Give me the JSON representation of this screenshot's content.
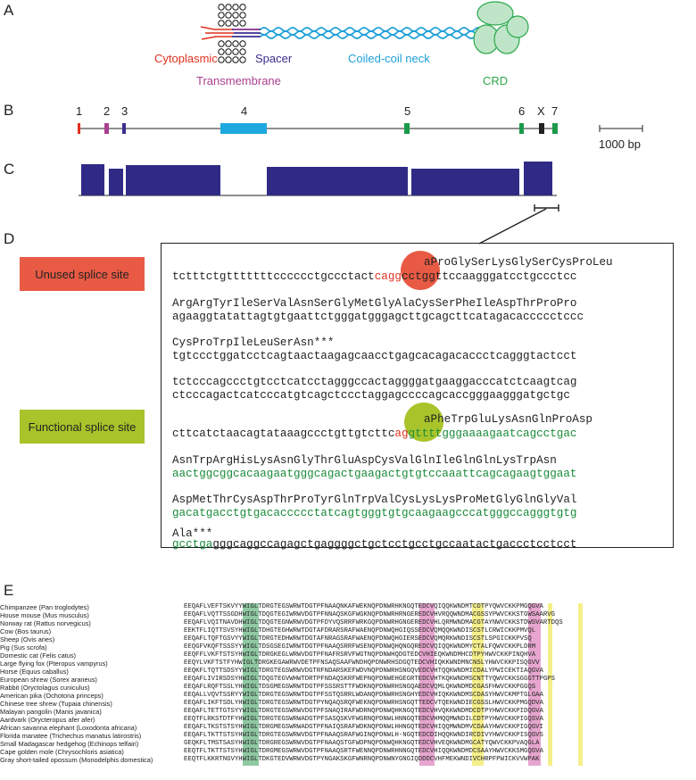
{
  "panels": {
    "a": "A",
    "b": "B",
    "c": "C",
    "d": "D",
    "e": "E"
  },
  "panel_a": {
    "labels": {
      "cytoplasmic": "Cytoplasmic",
      "spacer": "Spacer",
      "transmembrane": "Transmembrane",
      "neck": "Coiled-coil neck",
      "crd": "CRD"
    },
    "colors": {
      "cytoplasmic": "#e0301e",
      "spacer": "#3a2f8f",
      "transmembrane": "#a8408f",
      "neck": "#1fa0d8",
      "crd": "#2aa84a"
    }
  },
  "panel_b": {
    "exons": [
      "1",
      "2",
      "3",
      "4",
      "5",
      "6",
      "X",
      "7"
    ],
    "scale_label": "1000 bp"
  },
  "panel_d": {
    "unused_label": "Unused splice site",
    "functional_label": "Functional splice site",
    "colors": {
      "unused": "#e85a44",
      "functional": "#a8c42a",
      "green_seq": "#1a8a3a"
    },
    "lines": [
      {
        "aa1": "aProGlySerLysGlySerCysProLeu"
      },
      {
        "n1a": "tctttctgtttttttcccccctgccctact",
        "n1b": "cagg",
        "n1c": "cctggttccaagggatcctgccctcc"
      },
      {
        "aa2": "ArgArgTyrIleSerValAsnSerGlyMetGlyAlaCysSerPheIleAspThrProPro"
      },
      {
        "n2": "agaaggtatattagtgtgaattctgggatgggagcttgcagcttcatagacaccccctccc"
      },
      {
        "aa3": "CysProTrpIleLeuSerAsn***"
      },
      {
        "n3": "tgtccctggatcctcagtaactaagagcaacctgagcacagacaccctcagggtactcct"
      },
      {
        "n4": "tctcccagccctgtcctcatcctagggccactaggggatgaaggacccatctcaagtcag"
      },
      {
        "n5": "ctcccagactcatcccatgtcagctccctaggagccccagcaccgggaagggatgctgc"
      },
      {
        "aa4": "aPheTrpGluLysAsnGlnProAsp"
      },
      {
        "n6a": "cttcatctaacagtataaagccctgttgtcttc",
        "n6b": "ag",
        "n6c": "gttttgggaaaagaatcagcctgac"
      },
      {
        "aa5": "AsnTrpArgHisLysAsnGlyThrGluAspCysValGlnIleGlnGlnLysTrpAsn"
      },
      {
        "n7": "aactggcggcacaagaatgggcagactgaagactgtgtccaaattcagcagaagtggaat"
      },
      {
        "aa6": "AspMetThrCysAspThrProTyrGlnTrpValCysLysLysProMetGlyGlnGlyVal"
      },
      {
        "n8": "gacatgacctgtgacaccccctatcagtgggtgtgcaagaagcccatgggccagggtgtg"
      },
      {
        "aa7": "Ala***"
      },
      {
        "n9a": "gcctga",
        "n9b": "gggcaggccagagctgaggggctgctcctgcctgccaatactgaccctcctcct"
      }
    ]
  },
  "panel_e": {
    "species": [
      "Chimpanzee (Pan troglodytes)",
      "House mouse (Mus musculus)",
      "Norway rat (Rattus norvegicus)",
      "Cow (Bos taurus)",
      "Sheep (Ovis aries)",
      "Pig (Sus scrofa)",
      "Domestic cat (Felis catus)",
      "Large flying fox (Pteropus vampyrus)",
      "Horse (Equus caballus)",
      "European shrew (Sorex araneus)",
      "Rabbit (Oryctolagus cuniculus)",
      "American pika (Ochotona princeps)",
      "Chinese tree shrew (Tupaia chinensis)",
      "Malayan pangolin (Manis javanica)",
      "Aardvark (Orycteropus afer afer)",
      "African savanna elephant (Loxodonta africana)",
      "Florida manatee (Trichechus manatus latirostris)",
      "Small Madagascar hedgehog (Echinops telfairi)",
      "Cape golden mole (Chrysochloris asiatica)",
      "Gray short-tailed opossum (Monodelphis domestica)"
    ],
    "sequences": [
      "EEQAFLVEFTSKVYYWIGLTDRGTEGSWRWTDGTPFNAAQNKAFWEKNQPDNWRHKNGQTEDCVQIQQKWNDMTCDTPYQWVCKKPMGQGVA",
      "EEQAFLVQTTSSGDHWIGLTDQGTEGIWRWVDGTPFNNAQSKGFWGKNQPDNWRHRNGEREDCVHVRQQWNDMACGSSYPWVCKKSTGWSAARVG",
      "EEQAFLVQITNAVDHWIGLTDQGTEGNWRWVDGTPFDYVQSRRFWRKGQPDNWRHGNGEREDCVHLQRMWNDMACGTAYNWVCKKSTDWSVARTDQS",
      "EEKTFLIQTTSVSYHWIGLTDHGTEGHWRWTDGTAFDRARSRAFWAENQPDNWQHGIQSSEDCVQMQQKWNDISCSTLCRWICKKPMVQL",
      "EEQAFLTQFTGSVYYWIGLTDRGTEDHWRWTDGTAFNRAGSRAFWAENQPDNWQHGIERSEDCVQMQRKWNDISCSTLSPGICKKPVSQ",
      "EEQGFVKQFTSSSYYWIGLTDSGSEGIWRWTDGTPFNAAQSRRFWSENQPDNWQHQNGQREDCVQIQQKWNDMYCTALFQWVCKKPLDRM",
      "EEQFFLVKFTSTSYHWIGLTDRGKEGLWRWVDGTPFNAFRSRVFWGTNQPDNWHQDGTEDCVHIEQKWNDMHCDTPYHWVCKKPINQHVA",
      "EEQYLVKFTSTFYHWIGLTDRGKEGAWRWVDETPFNSAQSAAFWNDHQPDNWRHSDGQTEDCVHIQKKWNDMNCNSLYHWVCKKPISQGVV",
      "EEQKFLTQTTSDSYYWIGLTDRGTEGSWRWVDGTRFNDARSKEFWDVNQPDNWRHSNGQVEDCVHTQQKWNDMICDALYPWICEKTIAQGVA",
      "EEQAFLIVIRSDSYHWIGLTDQGTEGVWHWTDRTPFNDAQSKRFWEPNQPDNWEHGEGRTEDCVHTKQKWNDMSCNTTYQWVCKKSGGGTTPGPS",
      "EEQAFLRQFTSSLYHWIGLTDSGMEGSWRWTDGTPFSSSRSTTFWDKNQPDNWRHSNGQAEDCVQMLQKWNDMDCGASFHWVCKKPGGQS",
      "EEQALLVQVTSSRYYWIGLTDRGTEGSWRWTDGTPFSSTQSRRLWDANQPDNWRHSNGHYEDCVHIQKKWNDMSCDASYHWVCKMPTGLGAA",
      "EEQAFLIKFTSDLYHWIGLTDRGTEGSWRWTDGTPYNQAQSRQFWEKNQPDNWRHSNGQTTEDCVTQEKWNDIECGSSLHWVCKKPMGQDVA",
      "EEQAFLTETTGTSYYWIGLTDRGTEGSWRWVDGTPFSNAQIRAFWDRNQPDNWQHKNGQTEDCVHVQKKWNDMDCDTPYHWVCKKPIDQGVA",
      "EEQTFLRKSTDTFYHWIGLTDRGTEGSWRWADGTPFSASQSKVFWGRNQPDNWLHNNGQTEDCVHMQQMWNDILCDTPYHWVCKKPIGQSVA",
      "EEQAFLTKSTSTSYHWIGLTDRGMEGSWRWADGTPFNAIQSRAFWDKNQPDNWLHHNGQTEDCVHIQQMWNDMVCDAAYHWVCKKPIGQGVI",
      "EEQAFLTKTTSTSYHWIGLTDRGTEGSWRWVDGTPFNAAQSRAFWGINQPDNWLH-NGQTEDCDIHQQKWNDIRCDIVYHWVCKKPISQGVS",
      "GEQKFLTMSTSASYHWIGLTDRGREGSWRWVDGTPFNAAQSTGFWDPNQPDNWQHKNGQTEDCVHVEQKWNDMGCATYQWVCKKPVAQGLA",
      "EEQTFLTKTTSTSYHWIGLTDRGMEGSWRWVDGTPFNAAQSRTFWENNQPDNWRHNNGQTEDCVHIQQKWNDMDCSAAYHWVCKKSMGQGVA",
      "EEQTFLKKRTNGVYHWIGLTDKGTEDVWRWVDGTPYNGAKSKGFWNRNQPDNWNYGNGIQDDDCVHFMEKWNDIVCHRPFPWICKVVWPAK"
    ],
    "colors": {
      "wigl": "#8fc9a2",
      "qpd": "#e6a6cf",
      "yellow": "#f5ef8a"
    }
  }
}
